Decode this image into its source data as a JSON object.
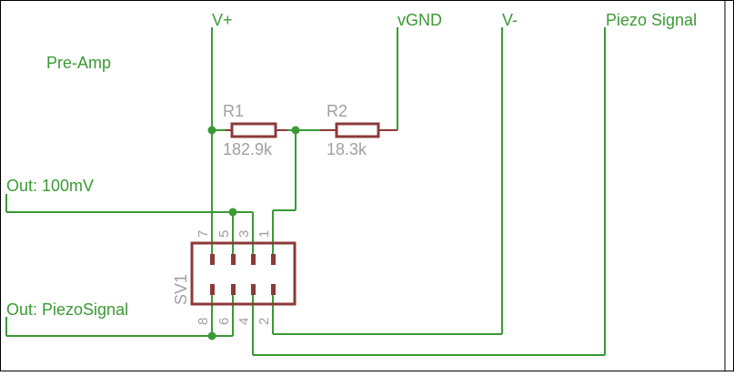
{
  "labels": {
    "title": "Pre-Amp",
    "vplus": "V+",
    "vgnd": "vGND",
    "vminus": "V-",
    "piezo": "Piezo Signal",
    "out100": "Out: 100mV",
    "outpiezo": "Out: PiezoSignal"
  },
  "parts": {
    "r1": {
      "name": "R1",
      "value": "182.9k"
    },
    "r2": {
      "name": "R2",
      "value": "18.3k"
    },
    "sv1": {
      "name": "SV1"
    }
  },
  "pins": {
    "top": [
      "7",
      "5",
      "3",
      "1"
    ],
    "bottom": [
      "8",
      "6",
      "4",
      "2"
    ]
  },
  "colors": {
    "wire": "#3a9a34",
    "component": "#8b3a3a",
    "part_text": "#a0a0a0",
    "frame": "#000000"
  }
}
